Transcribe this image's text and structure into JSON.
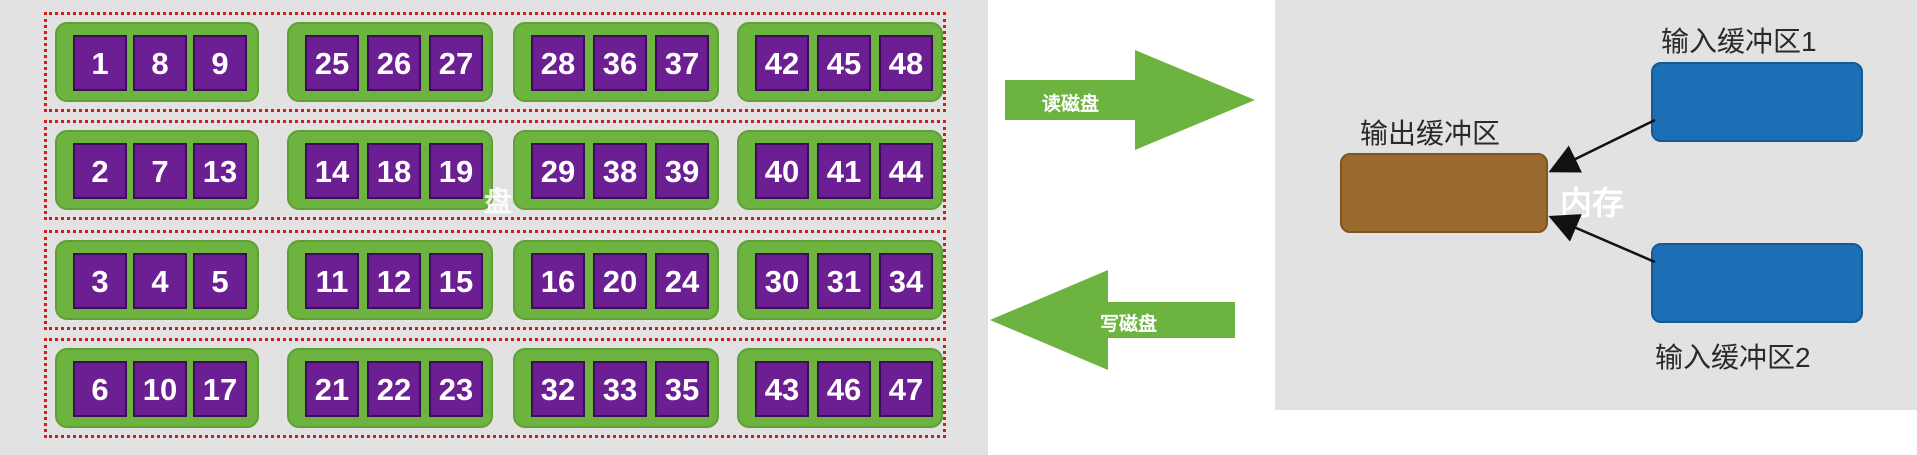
{
  "colors": {
    "panel_bg": "#e2e2e2",
    "run_green": "#6db33f",
    "cell_purple": "#6b1f92",
    "dotted_red": "#d21c1c",
    "arrow_green": "#6db33f",
    "output_buffer": "#9a6a2e",
    "input_buffer": "#1d6fb5"
  },
  "disk": {
    "rows": [
      {
        "runs": [
          [
            "1",
            "8",
            "9"
          ],
          [
            "25",
            "26",
            "27"
          ],
          [
            "28",
            "36",
            "37"
          ],
          [
            "42",
            "45",
            "48"
          ]
        ]
      },
      {
        "runs": [
          [
            "2",
            "7",
            "13"
          ],
          [
            "14",
            "18",
            "19"
          ],
          [
            "29",
            "38",
            "39"
          ],
          [
            "40",
            "41",
            "44"
          ]
        ]
      },
      {
        "runs": [
          [
            "3",
            "4",
            "5"
          ],
          [
            "11",
            "12",
            "15"
          ],
          [
            "16",
            "20",
            "24"
          ],
          [
            "30",
            "31",
            "34"
          ]
        ]
      },
      {
        "runs": [
          [
            "6",
            "10",
            "17"
          ],
          [
            "21",
            "22",
            "23"
          ],
          [
            "32",
            "33",
            "35"
          ],
          [
            "43",
            "46",
            "47"
          ]
        ]
      }
    ],
    "overlap_glyph": "盘"
  },
  "arrows": {
    "read_label": "读磁盘",
    "write_label": "写磁盘"
  },
  "memory": {
    "label": "内存",
    "output_buffer_label": "输出缓冲区",
    "input_buffer_1_label": "输入缓冲区1",
    "input_buffer_2_label": "输入缓冲区2"
  }
}
